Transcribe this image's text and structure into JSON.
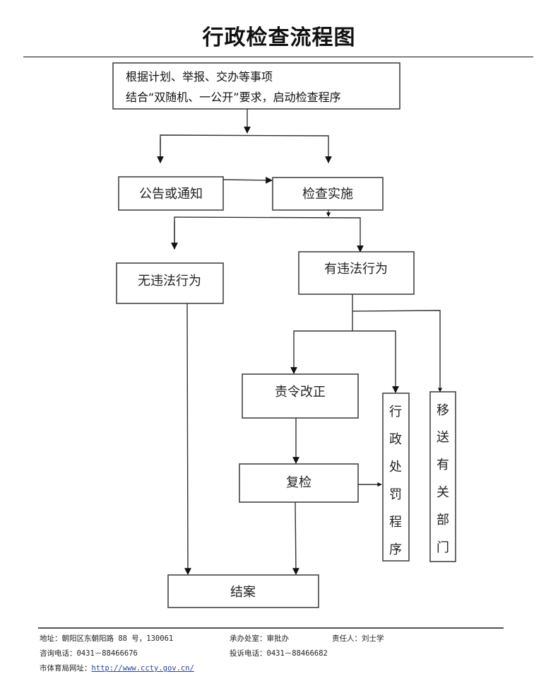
{
  "title": "行政检查流程图",
  "flowchart": {
    "nodes": {
      "start": {
        "lines": [
          "根据计划、举报、交办等事项",
          "结合“双随机、一公开”要求，启动检查程序"
        ]
      },
      "notice": {
        "label": "公告或通知"
      },
      "inspect": {
        "label": "检查实施"
      },
      "no_violation": {
        "label": "无违法行为"
      },
      "violation": {
        "label": "有违法行为"
      },
      "rectify": {
        "label": "责令改正"
      },
      "recheck": {
        "label": "复检"
      },
      "penalty": {
        "label": "行政处罚程序",
        "chars": [
          "行",
          "政",
          "处",
          "罚",
          "程",
          "序"
        ]
      },
      "transfer": {
        "label": "移送有关部门",
        "chars": [
          "移",
          "送",
          "有",
          "关",
          "部",
          "门"
        ]
      },
      "close": {
        "label": "结案"
      }
    },
    "edges": [
      {
        "from": "start",
        "to": "notice"
      },
      {
        "from": "start",
        "to": "inspect"
      },
      {
        "from": "notice",
        "to": "inspect"
      },
      {
        "from": "inspect",
        "to": "no_violation"
      },
      {
        "from": "inspect",
        "to": "violation"
      },
      {
        "from": "violation",
        "to": "rectify"
      },
      {
        "from": "violation",
        "to": "penalty"
      },
      {
        "from": "violation",
        "to": "transfer"
      },
      {
        "from": "rectify",
        "to": "recheck"
      },
      {
        "from": "recheck",
        "to": "penalty"
      },
      {
        "from": "recheck",
        "to": "close"
      },
      {
        "from": "no_violation",
        "to": "close"
      }
    ]
  },
  "footer": {
    "address": "地址：朝阳区东朝阳路 88 号，130061",
    "office": "承办处室：审批办",
    "responsible": "责任人：刘士学",
    "consult_phone": "咨询电话：0431－88466676",
    "complaint_phone": "投诉电话：0431－88466682",
    "website_label": "市体育局网址：",
    "website_url": "http://www.ccty.gov.cn/"
  }
}
